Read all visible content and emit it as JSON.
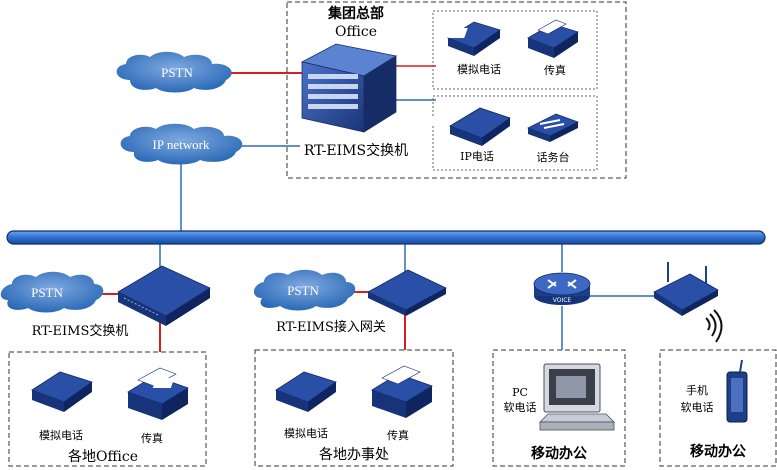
{
  "hq": {
    "title_line1": "集团总部",
    "title_line2": "Office",
    "switch_label": "RT-EIMS交换机",
    "analog_phone": "模拟电话",
    "fax": "传真",
    "ip_phone": "IP电话",
    "console": "话务台"
  },
  "clouds": {
    "pstn": "PSTN",
    "ip_network": "IP network"
  },
  "branch_office": {
    "switch_label": "RT-EIMS交换机",
    "analog_phone": "模拟电话",
    "fax": "传真",
    "title": "各地Office"
  },
  "branch_gateway": {
    "gateway_label": "RT-EIMS接入网关",
    "analog_phone": "模拟电话",
    "fax": "传真",
    "title": "各地办事处"
  },
  "mobile_pc": {
    "router_label": "VOICE",
    "pc_label_line1": "PC",
    "pc_label_line2": "软电话",
    "title": "移动办公"
  },
  "mobile_phone": {
    "label_line1": "手机",
    "label_line2": "软电话",
    "title": "移动办公"
  },
  "colors": {
    "backbone": "#2f6fd1",
    "cloud": "#1d5fb0",
    "link_red": "#d42020",
    "link_blue": "#2b6cb8",
    "device_dark": "#1d3f86"
  }
}
